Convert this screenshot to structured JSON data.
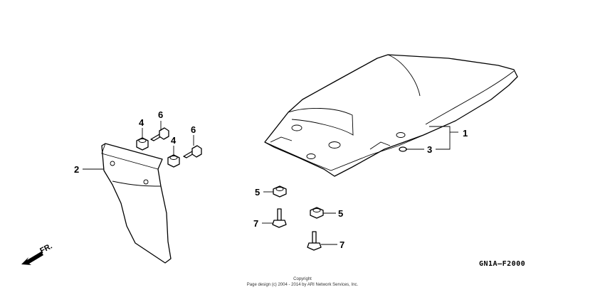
{
  "callouts": {
    "c1": "1",
    "c2": "2",
    "c3": "3",
    "c4a": "4",
    "c4b": "4",
    "c5a": "5",
    "c5b": "5",
    "c6a": "6",
    "c6b": "6",
    "c7a": "7",
    "c7b": "7"
  },
  "direction_label": "FR.",
  "diagram_code": "GN1A–F2000",
  "copyright": {
    "line1": "Copyright",
    "line2": "Page design (c) 2004 - 2014 by ARI Network Services, Inc."
  }
}
